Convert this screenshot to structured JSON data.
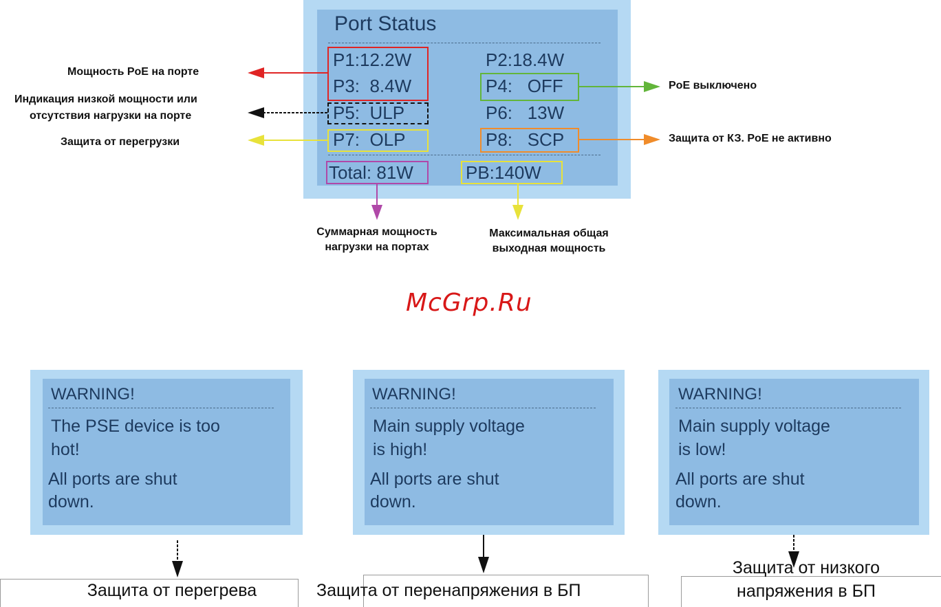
{
  "port_status": {
    "title": "Port Status",
    "p1": "P1:12.2W",
    "p2": "P2:18.4W",
    "p3": "P3:  8.4W",
    "p4": "P4:   OFF",
    "p5": "P5:  ULP",
    "p6": "P6:   13W",
    "p7": "P7:  OLP",
    "p8": "P8:   SCP",
    "total": "Total: 81W",
    "pb": "PB:140W"
  },
  "annotations": {
    "poe_power": "Мощность PoE на порте",
    "low_power_1": "Индикация низкой мощности или",
    "low_power_2": "отсутствия нагрузки на порте",
    "overload": "Защита от перегрузки",
    "poe_off": "PoE выключено",
    "short_circuit": "Защита от КЗ. PoE не активно",
    "total_1": "Суммарная мощность",
    "total_2": "нагрузки на портах",
    "max_1": "Максимальная общая",
    "max_2": "выходная мощность"
  },
  "annotation_colors": {
    "red": "#e02424",
    "black": "#111111",
    "yellow": "#e8e23a",
    "green": "#62b53a",
    "orange": "#f08c2a",
    "magenta": "#b048a8"
  },
  "watermark": "McGrp.Ru",
  "warnings": [
    {
      "title": "WARNING!",
      "line1": "The PSE device is too",
      "line2": "hot!",
      "line3": "All ports are shut",
      "line4": "down.",
      "caption": "Защита от перегрева"
    },
    {
      "title": "WARNING!",
      "line1": "Main supply voltage",
      "line2": "is high!",
      "line3": "All ports are shut",
      "line4": "down.",
      "caption": "Защита от перенапряжения в БП"
    },
    {
      "title": "WARNING!",
      "line1": "Main supply voltage",
      "line2": "is low!",
      "line3": "All ports are shut",
      "line4": "down.",
      "caption1": "Защита от низкого",
      "caption2": "напряжения в БП"
    }
  ]
}
